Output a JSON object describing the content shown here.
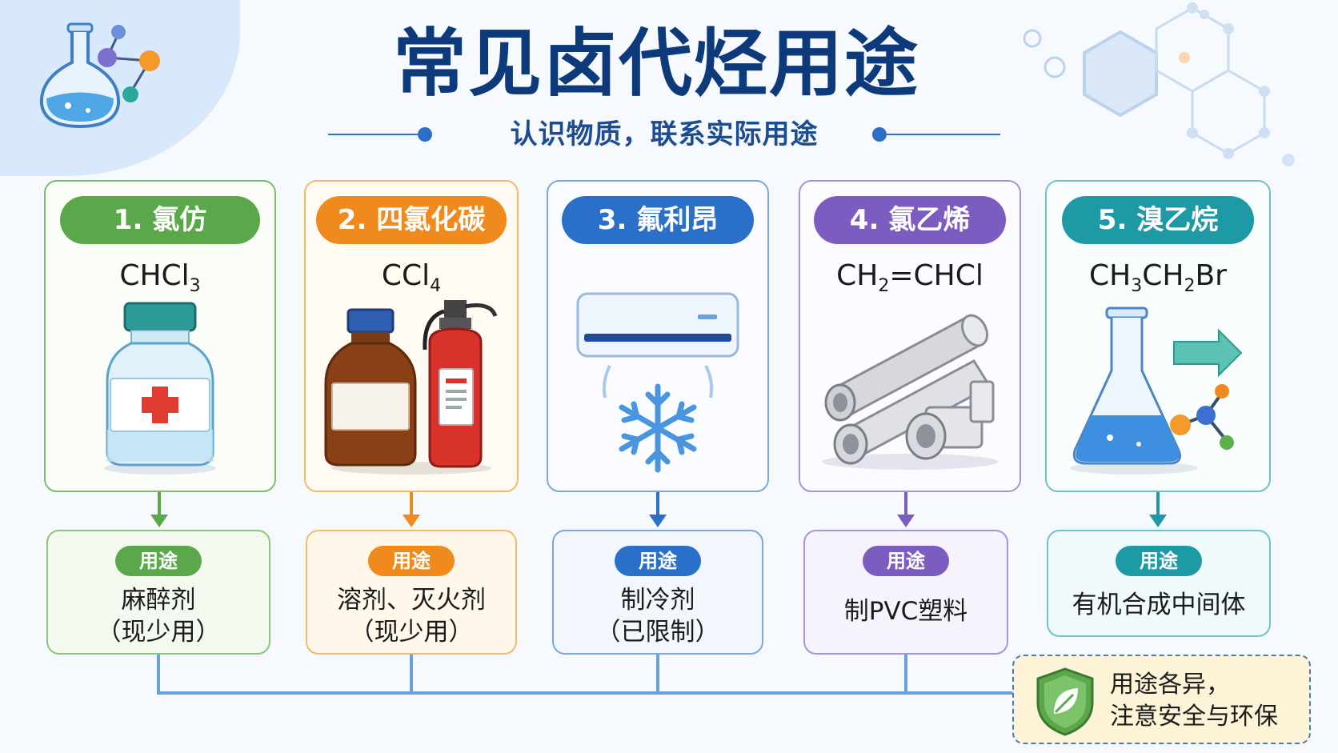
{
  "title": "常见卤代烃用途",
  "subtitle": "认识物质，联系实际用途",
  "use_label": "用途",
  "colors": {
    "green": "#5ba84b",
    "orange": "#f08a1c",
    "blue": "#2a70c9",
    "purple": "#7c5cc0",
    "teal": "#1e99a6",
    "title": "#0d3a7a"
  },
  "items": [
    {
      "label": "1. 氯仿",
      "formula_parts": [
        "CHCl",
        "3",
        ""
      ],
      "illustration": "medicine-bottle-icon",
      "use_line1": "麻醉剂",
      "use_line2": "（现少用）"
    },
    {
      "label": "2. 四氯化碳",
      "formula_parts": [
        "CCl",
        "4",
        ""
      ],
      "illustration": "bottle-and-fire-extinguisher-icon",
      "use_line1": "溶剂、灭火剂",
      "use_line2": "（现少用）"
    },
    {
      "label": "3. 氟利昂",
      "formula_parts": [],
      "illustration": "air-conditioner-snowflake-icon",
      "use_line1": "制冷剂",
      "use_line2": "（已限制）"
    },
    {
      "label": "4. 氯乙烯",
      "formula_parts": [
        "CH",
        "2",
        "=CHCl"
      ],
      "illustration": "pvc-pipes-icon",
      "use_line1": "制PVC塑料",
      "use_line2": ""
    },
    {
      "label": "5. 溴乙烷",
      "formula_parts": [
        "CH",
        "3",
        "CH",
        "2",
        "Br"
      ],
      "illustration": "flask-molecule-icon",
      "use_line1": "有机合成中间体",
      "use_line2": ""
    }
  ],
  "note": {
    "line1": "用途各异，",
    "line2": "注意安全与环保",
    "icon": "shield-leaf-icon"
  }
}
